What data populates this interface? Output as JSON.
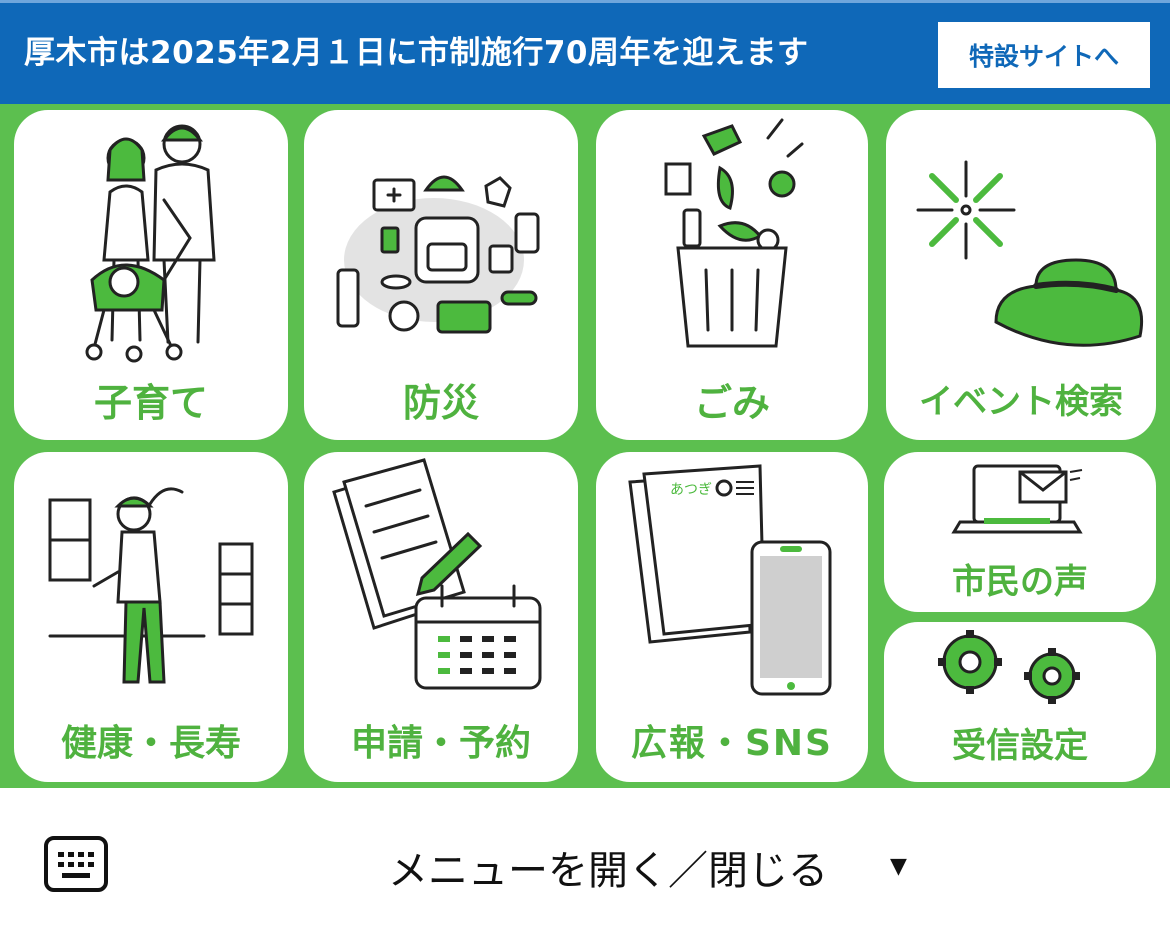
{
  "banner": {
    "text": "厚木市は2025年2月１日に市制施行70周年を迎えます",
    "button_label": "特設サイトへ"
  },
  "tiles": [
    {
      "label": "子育て",
      "icon": "family-stroller-icon"
    },
    {
      "label": "防災",
      "icon": "emergency-kit-icon"
    },
    {
      "label": "ごみ",
      "icon": "trash-can-icon"
    },
    {
      "label": "イベント検索",
      "icon": "fireworks-hat-icon"
    },
    {
      "label": "健康・長寿",
      "icon": "stretching-person-icon"
    },
    {
      "label": "申請・予約",
      "icon": "document-calendar-icon"
    },
    {
      "label": "広報・SNS",
      "icon": "newsletter-phone-icon"
    },
    {
      "label": "市民の声",
      "icon": "laptop-mail-icon"
    },
    {
      "label": "受信設定",
      "icon": "gears-icon"
    }
  ],
  "newsletter": {
    "title": "あつぎ"
  },
  "footer": {
    "menu_toggle_label": "メニューを開く／閉じる",
    "keyboard_icon": "keyboard-icon",
    "arrow_icon": "triangle-down-icon"
  },
  "colors": {
    "banner_blue": "#0f68b8",
    "accent_green": "#5cbf4f",
    "label_green": "#4fb23f"
  }
}
